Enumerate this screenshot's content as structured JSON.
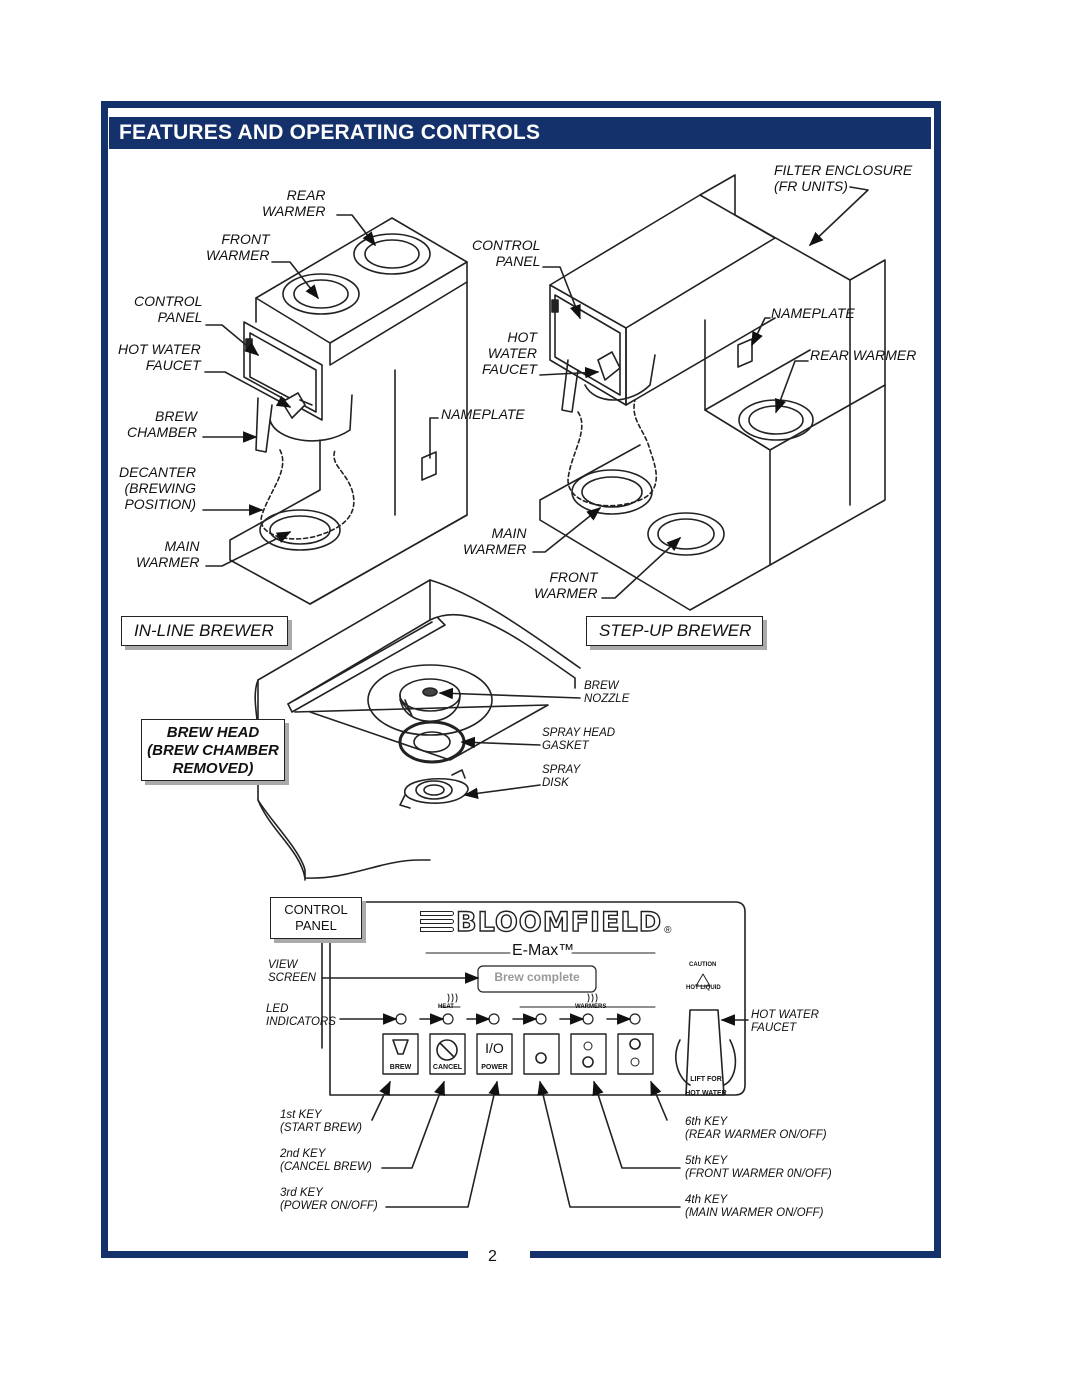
{
  "header": {
    "title": "FEATURES AND OPERATING CONTROLS"
  },
  "page_number": "2",
  "inline": {
    "rear_warmer": "REAR\nWARMER",
    "front_warmer": "FRONT\nWARMER",
    "control_panel": "CONTROL\nPANEL",
    "hot_water_faucet": "HOT WATER\nFAUCET",
    "brew_chamber": "BREW\nCHAMBER",
    "decanter": "DECANTER\n(BREWING\nPOSITION)",
    "main_warmer": "MAIN\nWARMER",
    "nameplate": "NAMEPLATE",
    "caption": "IN-LINE BREWER"
  },
  "stepup": {
    "filter_enclosure": "FILTER ENCLOSURE\n(FR UNITS)",
    "control_panel": "CONTROL\nPANEL",
    "hot_water_faucet": "HOT\nWATER\nFAUCET",
    "nameplate": "NAMEPLATE",
    "rear_warmer": "REAR WARMER",
    "main_warmer": "MAIN\nWARMER",
    "front_warmer": "FRONT\nWARMER",
    "caption": "STEP-UP BREWER"
  },
  "brewhead": {
    "caption": "BREW HEAD\n(BREW CHAMBER\nREMOVED)",
    "brew_nozzle": "BREW\nNOZZLE",
    "spray_head_gasket": "SPRAY HEAD\nGASKET",
    "spray_disk": "SPRAY\nDISK"
  },
  "panel": {
    "caption": "CONTROL\nPANEL",
    "brand": "BLOOMFIELD",
    "model": "E-Max™",
    "screen_text": "Brew complete",
    "view_screen": "VIEW\nSCREEN",
    "led_indicators": "LED\nINDICATORS",
    "heat_label": "HEAT",
    "warmers_label": "WARMERS",
    "caution": "CAUTION",
    "hot_liquid": "HOT LIQUID",
    "hot_water_faucet": "HOT WATER\nFAUCET",
    "lift_for": "LIFT FOR",
    "hot_water": "HOT WATER",
    "key_brew": "BREW",
    "key_cancel": "CANCEL",
    "key_power_symbol": "I/O",
    "key_power": "POWER",
    "key1": "1st KEY\n(START BREW)",
    "key2": "2nd KEY\n(CANCEL BREW)",
    "key3": "3rd KEY\n(POWER ON/OFF)",
    "key4": "4th KEY\n(MAIN WARMER ON/OFF)",
    "key5": "5th KEY\n(FRONT WARMER 0N/OFF)",
    "key6": "6th KEY\n(REAR WARMER ON/OFF)"
  }
}
